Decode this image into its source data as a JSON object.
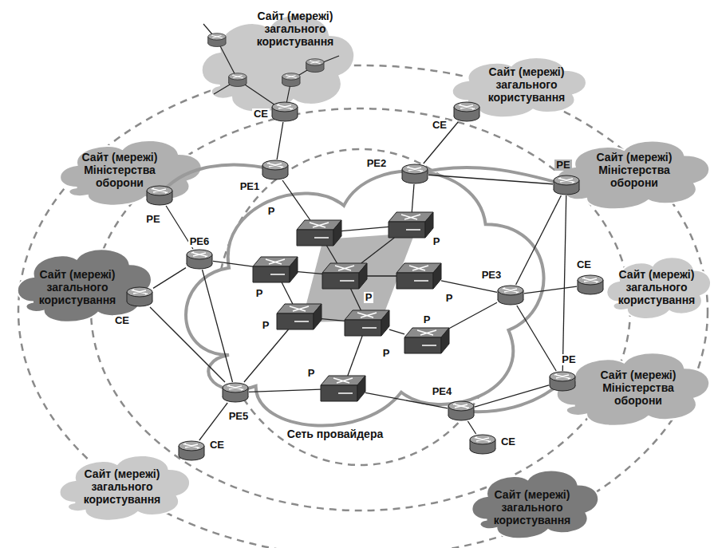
{
  "diagram": {
    "nodes": [
      {
        "text": [
          "Сайт (мережі) загального користування"
        ]
      },
      {
        "text": [
          "CE"
        ]
      },
      {
        "text": [
          "Сайт (мережі) загального користування"
        ]
      },
      {
        "text": [
          "CE"
        ]
      },
      {
        "text": [
          "Сайт (мережі) Міністерства оборони"
        ]
      },
      {
        "text": [
          "PE"
        ]
      },
      {
        "text": [
          "Сайт (мережі) Міністерства оборони"
        ]
      },
      {
        "text": [
          "PE"
        ]
      },
      {
        "text": [
          "Сеть провайдера"
        ]
      },
      {
        "text": [
          "PE1"
        ],
        "in": 8
      },
      {
        "text": [
          "PE2"
        ],
        "in": 8
      },
      {
        "text": [
          "P"
        ],
        "in": 8
      },
      {
        "text": [
          "P"
        ],
        "in": 8
      },
      {
        "text": [
          "PE6"
        ],
        "in": 8
      },
      {
        "text": [
          "P"
        ],
        "in": 8
      },
      {
        "text": [
          "P"
        ],
        "in": 8
      },
      {
        "text": [
          "P"
        ],
        "in": 8
      },
      {
        "text": [
          "PE3"
        ],
        "in": 8
      },
      {
        "text": [
          "Сайт (мережі) загального користування"
        ]
      },
      {
        "text": [
          "CE"
        ]
      },
      {
        "text": [
          "Сайт (мережі) загального користування"
        ]
      },
      {
        "text": [
          "CE"
        ]
      },
      {
        "text": [
          "P"
        ],
        "in": 8
      },
      {
        "text": [
          "P"
        ],
        "in": 8
      },
      {
        "text": [
          "P"
        ],
        "in": 8
      },
      {
        "text": [
          "Сайт (мережі) Міністерства оборони"
        ]
      },
      {
        "text": [
          "PE"
        ]
      },
      {
        "text": [
          "P"
        ],
        "in": 8
      },
      {
        "text": [
          "PE5"
        ],
        "in": 8
      },
      {
        "text": [
          "PE4"
        ],
        "in": 8
      },
      {
        "text": [
          "CE"
        ]
      },
      {
        "text": [
          "Сайт (мережі) загального користування"
        ]
      },
      {
        "text": [
          "CE"
        ]
      },
      {
        "text": [
          "Сайт (мережі) загального користування"
        ]
      }
    ],
    "edges": [
      {
        "from": 1,
        "to": 9,
        "arrow": "none"
      },
      {
        "from": 3,
        "to": 10,
        "arrow": "none"
      },
      {
        "from": 5,
        "to": 13,
        "arrow": "none"
      },
      {
        "from": 7,
        "to": 10,
        "arrow": "none"
      },
      {
        "from": 7,
        "to": 17,
        "arrow": "none"
      },
      {
        "from": 7,
        "to": 26,
        "arrow": "none"
      },
      {
        "from": 9,
        "to": 11,
        "arrow": "none"
      },
      {
        "from": 10,
        "to": 12,
        "arrow": "none"
      },
      {
        "from": 11,
        "to": 12,
        "arrow": "none"
      },
      {
        "from": 11,
        "to": 15,
        "arrow": "none"
      },
      {
        "from": 12,
        "to": 15,
        "arrow": "none"
      },
      {
        "from": 13,
        "to": 14,
        "arrow": "none"
      },
      {
        "from": 14,
        "to": 15,
        "arrow": "none"
      },
      {
        "from": 15,
        "to": 16,
        "arrow": "none"
      },
      {
        "from": 17,
        "to": 16,
        "arrow": "none"
      },
      {
        "from": 17,
        "to": 24,
        "arrow": "none"
      },
      {
        "from": 17,
        "to": 21,
        "arrow": "none"
      },
      {
        "from": 17,
        "to": 26,
        "arrow": "none"
      },
      {
        "from": 13,
        "to": 19,
        "arrow": "none"
      },
      {
        "from": 13,
        "to": 28,
        "arrow": "none"
      },
      {
        "from": 19,
        "to": 28,
        "arrow": "none"
      },
      {
        "from": 14,
        "to": 22,
        "arrow": "none"
      },
      {
        "from": 15,
        "to": 23,
        "arrow": "none"
      },
      {
        "from": 22,
        "to": 23,
        "arrow": "none"
      },
      {
        "from": 23,
        "to": 24,
        "arrow": "none"
      },
      {
        "from": 23,
        "to": 27,
        "arrow": "none"
      },
      {
        "from": 28,
        "to": 22,
        "arrow": "none"
      },
      {
        "from": 28,
        "to": 27,
        "arrow": "none"
      },
      {
        "from": 28,
        "to": 32,
        "arrow": "none"
      },
      {
        "from": 27,
        "to": 29,
        "arrow": "none"
      },
      {
        "from": 29,
        "to": 26,
        "arrow": "none"
      },
      {
        "from": 29,
        "to": 30,
        "arrow": "none"
      }
    ]
  }
}
